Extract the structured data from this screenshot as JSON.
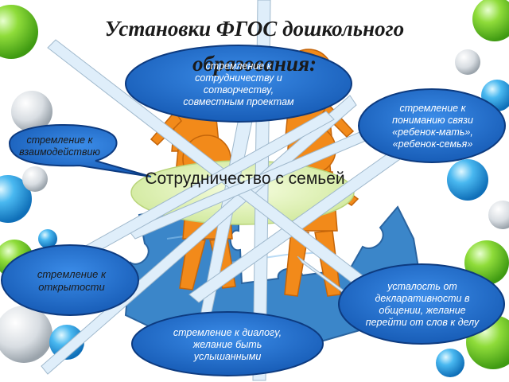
{
  "slide": {
    "title": "Установки ФГОС дошкольного образования:",
    "center_label": "Сотрудничество с семьей",
    "bubbles": {
      "top": "стремление к сотрудничеству и сотворчеству, совместным проектам",
      "right_top": "стремление к пониманию связи «ребенок-мать», «ребенок-семья»",
      "left_top": "стремление к взаимодействию",
      "left_bottom": "стремление к открытости",
      "right_bottom": "усталость от декларативности в общении, желание перейти от слов к делу",
      "bottom": "стремление к диалогу, желание быть услышанными"
    }
  },
  "colors": {
    "bubble_fill": "#1f6fd1",
    "bubble_stroke": "#0d3b80",
    "center_fill": "#e8f5c0",
    "puzzle": "#3b86c9",
    "figure": "#f28a1a"
  }
}
